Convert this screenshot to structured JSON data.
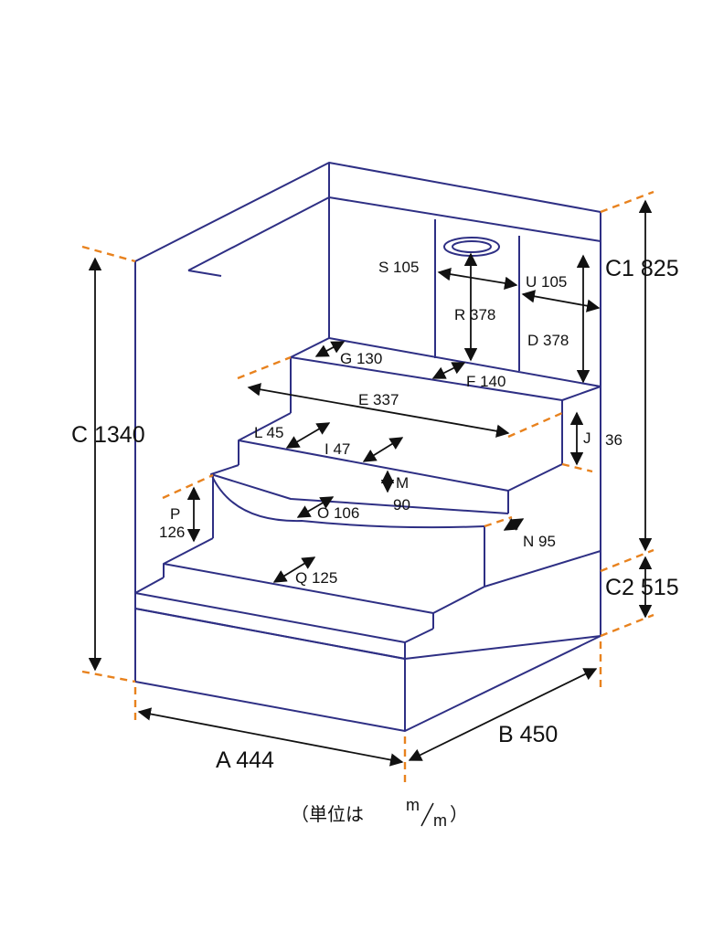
{
  "colors": {
    "outline": "#2e2f84",
    "dash": "#e8821e",
    "arrow": "#111111"
  },
  "labels": {
    "A": "A 444",
    "B": "B 450",
    "C": "C 1340",
    "C1": "C1 825",
    "C2": "C2 515",
    "D": "D 378",
    "E": "E 337",
    "F": "F 140",
    "G": "G 130",
    "I": "I 47",
    "J": "J",
    "J_val": "36",
    "L": "L 45",
    "M": "M",
    "M_val": "90",
    "N": "N 95",
    "O": "O 106",
    "P": "P",
    "P_val": "126",
    "Q": "Q 125",
    "R": "R 378",
    "S": "S 105",
    "U": "U 105"
  },
  "unit_note": {
    "open": "（単位は",
    "m_top": "m",
    "slash": "⁄",
    "m_bottom": "m",
    "close": "）"
  }
}
